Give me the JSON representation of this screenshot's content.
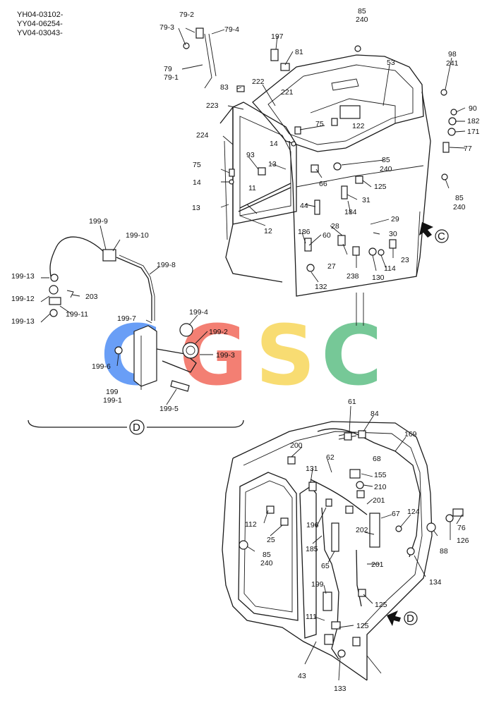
{
  "header": {
    "line1": "YH04-03102-",
    "line2": "YY04-06254-",
    "line3": "YV04-03043-"
  },
  "watermark": {
    "text": "CGSC",
    "letters": [
      "C",
      "G",
      "S",
      "C"
    ],
    "colors": [
      "#4f8ef5",
      "#f2695b",
      "#f7d75a",
      "#5fbf86"
    ]
  },
  "views": {
    "c_marker": "C",
    "d_marker": "D",
    "d_label": "D"
  },
  "upper_labels": {
    "p85a": "85",
    "p240a": "240",
    "p79_2": "79-2",
    "p79_3": "79-3",
    "p79_4": "79-4",
    "p197": "197",
    "p81": "81",
    "p79": "79",
    "p79_1": "79-1",
    "p98": "98",
    "p241": "241",
    "p53": "53",
    "p222": "222",
    "p83": "83",
    "p221": "221",
    "p223": "223",
    "p90": "90",
    "p182": "182",
    "p171": "171",
    "p77": "77",
    "p75a": "75",
    "p122": "122",
    "p224": "224",
    "p14a": "14",
    "p93": "93",
    "p13a": "13",
    "p85b": "85",
    "p240b": "240",
    "p75b": "75",
    "p66": "66",
    "p125a": "125",
    "p14b": "14",
    "p11": "11",
    "p44": "44",
    "p31": "31",
    "p184": "184",
    "p85c": "85",
    "p240c": "240",
    "p13b": "13",
    "p12": "12",
    "p29": "29",
    "p28": "28",
    "p186": "186",
    "p60": "60",
    "p30": "30",
    "p27": "27",
    "p238": "238",
    "p114": "114",
    "p23": "23",
    "p130": "130",
    "p132": "132"
  },
  "detail_labels": {
    "p199_9": "199-9",
    "p199_10": "199-10",
    "p199_8": "199-8",
    "p199_13a": "199-13",
    "p199_12": "199-12",
    "p203": "203",
    "p199_11": "199-11",
    "p199_13b": "199-13",
    "p199_7": "199-7",
    "p199_4": "199-4",
    "p199_2": "199-2",
    "p199_3": "199-3",
    "p199_6": "199-6",
    "p199": "199",
    "p199_1": "199-1",
    "p199_5": "199-5"
  },
  "lower_labels": {
    "p61": "61",
    "p84": "84",
    "p169": "169",
    "p200": "200",
    "p68": "68",
    "p62": "62",
    "p131": "131",
    "p155": "155",
    "p210": "210",
    "p201a": "201",
    "p67": "67",
    "p124": "124",
    "p76": "76",
    "p112": "112",
    "p196": "196",
    "p202": "202",
    "p126": "126",
    "p88": "88",
    "p25": "25",
    "p185": "185",
    "p85": "85",
    "p240": "240",
    "p65": "65",
    "p201b": "201",
    "p134": "134",
    "p199": "199",
    "p125a": "125",
    "p111": "111",
    "p125b": "125",
    "p43": "43",
    "p133": "133"
  }
}
